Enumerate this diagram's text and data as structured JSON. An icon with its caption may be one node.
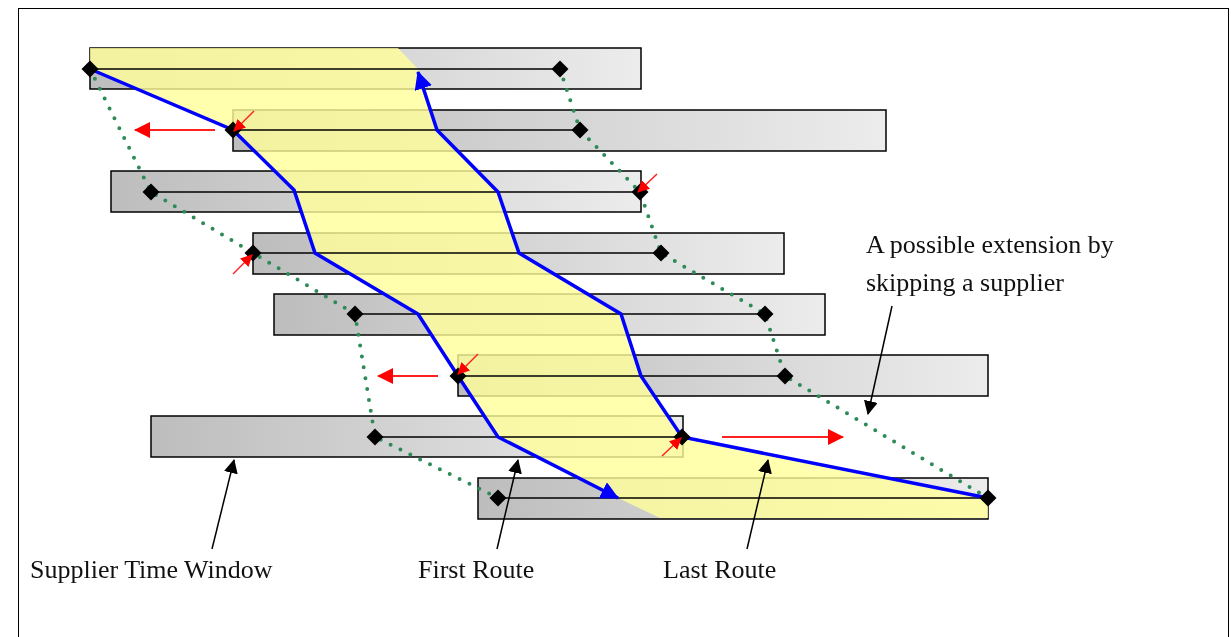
{
  "diagram": {
    "nodes": [
      {
        "text": [
          "Supplier Time Window"
        ]
      },
      {
        "text": [
          "First Route"
        ]
      },
      {
        "text": [
          "Last Route"
        ]
      },
      {
        "text": [
          "A possible extension by skipping a supplier"
        ]
      }
    ],
    "edges": [
      {
        "from": 0,
        "to": null,
        "arrow": "to"
      },
      {
        "from": 1,
        "to": null,
        "arrow": "to"
      },
      {
        "from": 2,
        "to": null,
        "arrow": "to"
      },
      {
        "from": 3,
        "to": null,
        "arrow": "to"
      }
    ]
  }
}
